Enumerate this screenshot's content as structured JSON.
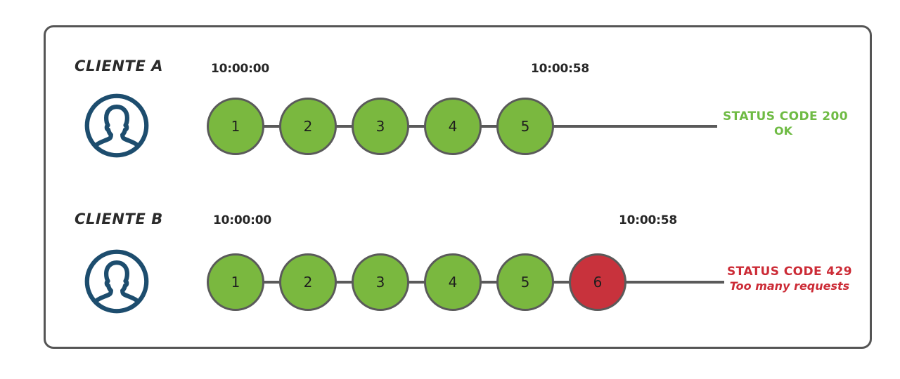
{
  "diagram": {
    "title_present": false,
    "colors": {
      "node_ok": "#7ab83f",
      "node_error": "#c8323c",
      "node_border": "#5a5a5a",
      "frame_border": "#555555",
      "avatar": "#1d4d6e",
      "status_ok_text": "#6fbb44",
      "status_error_text": "#cc2b36",
      "background": "#ffffff"
    },
    "rows": [
      {
        "id": "client-a",
        "label": "CLIENTE A",
        "avatar_icon": "user-avatar-icon",
        "time_start": "10:00:00",
        "time_end": "10:00:58",
        "nodes": [
          {
            "number": "1",
            "state": "ok"
          },
          {
            "number": "2",
            "state": "ok"
          },
          {
            "number": "3",
            "state": "ok"
          },
          {
            "number": "4",
            "state": "ok"
          },
          {
            "number": "5",
            "state": "ok"
          }
        ],
        "status": {
          "code": "STATUS CODE 200",
          "message": "OK",
          "state": "ok"
        }
      },
      {
        "id": "client-b",
        "label": "CLIENTE B",
        "avatar_icon": "user-avatar-icon",
        "time_start": "10:00:00",
        "time_end": "10:00:58",
        "nodes": [
          {
            "number": "1",
            "state": "ok"
          },
          {
            "number": "2",
            "state": "ok"
          },
          {
            "number": "3",
            "state": "ok"
          },
          {
            "number": "4",
            "state": "ok"
          },
          {
            "number": "5",
            "state": "ok"
          },
          {
            "number": "6",
            "state": "error"
          }
        ],
        "status": {
          "code": "STATUS CODE 429",
          "message": "Too many requests",
          "state": "error"
        }
      }
    ]
  }
}
